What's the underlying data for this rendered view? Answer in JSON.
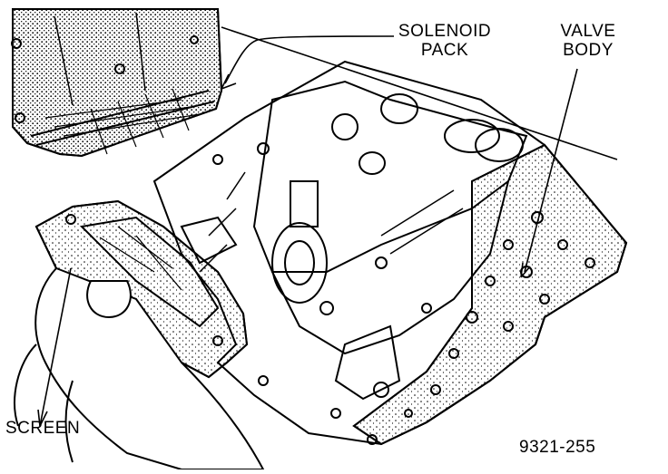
{
  "labels": {
    "solenoid_pack_line1": "SOLENOID",
    "solenoid_pack_line2": "PACK",
    "valve_body_line1": "VALVE",
    "valve_body_line2": "BODY",
    "screen": "SCREEN",
    "figure_number": "9321-255"
  },
  "colors": {
    "ink": "#000000",
    "paper": "#ffffff",
    "stipple": "#8a8a8a"
  }
}
